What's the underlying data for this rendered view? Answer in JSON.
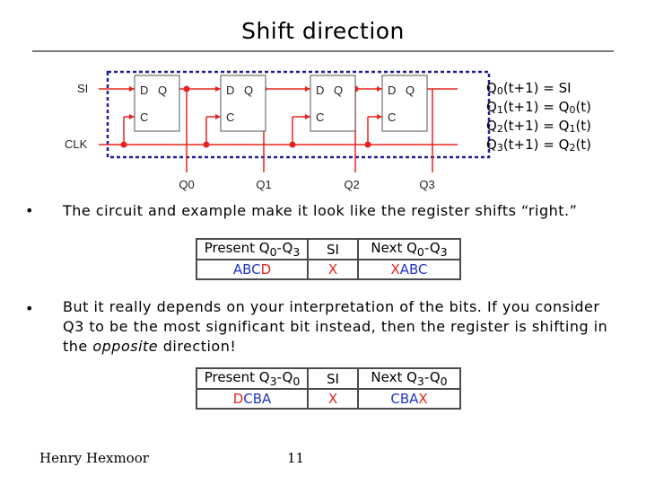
{
  "title": "Shift direction",
  "circuit": {
    "si_label": "SI",
    "clk_label": "CLK",
    "d_label": "D",
    "q_label": "Q",
    "c_label": "C",
    "outputs": [
      "Q0",
      "Q1",
      "Q2",
      "Q3"
    ]
  },
  "equations": [
    {
      "lhs": "Q",
      "lhs_sub": "0",
      "mid": "(t+1) = ",
      "rhs": "SI",
      "rhs_sub": "",
      "tail": ""
    },
    {
      "lhs": "Q",
      "lhs_sub": "1",
      "mid": "(t+1) = ",
      "rhs": "Q",
      "rhs_sub": "0",
      "tail": "(t)"
    },
    {
      "lhs": "Q",
      "lhs_sub": "2",
      "mid": "(t+1) = ",
      "rhs": "Q",
      "rhs_sub": "1",
      "tail": "(t)"
    },
    {
      "lhs": "Q",
      "lhs_sub": "3",
      "mid": "(t+1) = ",
      "rhs": "Q",
      "rhs_sub": "2",
      "tail": "(t)"
    }
  ],
  "bullets": [
    {
      "marker": "•",
      "text": "The circuit and example make it look like the register shifts “right.”"
    },
    {
      "marker": "•",
      "text": "But it really depends on your interpretation of the bits. If you consider Q3 to be the most significant bit instead, then the register is shifting in the ",
      "emphasis": "opposite",
      "text_end": " direction!"
    }
  ],
  "table1": {
    "headers": {
      "present": "Present Q",
      "present_sub_a": "0",
      "present_dash": "-Q",
      "present_sub_b": "3",
      "si": "SI",
      "next": "Next Q",
      "next_sub_a": "0",
      "next_dash": "-Q",
      "next_sub_b": "3"
    },
    "row": {
      "present_blue": "ABC",
      "present_red": "D",
      "si": "X",
      "next_red": "X",
      "next_blue": "ABC"
    }
  },
  "table2": {
    "headers": {
      "present": "Present Q",
      "present_sub_a": "3",
      "present_dash": "-Q",
      "present_sub_b": "0",
      "si": "SI",
      "next": "Next Q",
      "next_sub_a": "3",
      "next_dash": "-Q",
      "next_sub_b": "0"
    },
    "row": {
      "present_red": "D",
      "present_blue": "CBA",
      "si": "X",
      "next_blue": "CBA",
      "next_red": "X"
    }
  },
  "footer": {
    "author": "Henry Hexmoor",
    "page": "11"
  },
  "colors": {
    "wire_red": "#e8231f",
    "box_blue": "#1e1e9a",
    "table_blue": "#2233cc"
  }
}
